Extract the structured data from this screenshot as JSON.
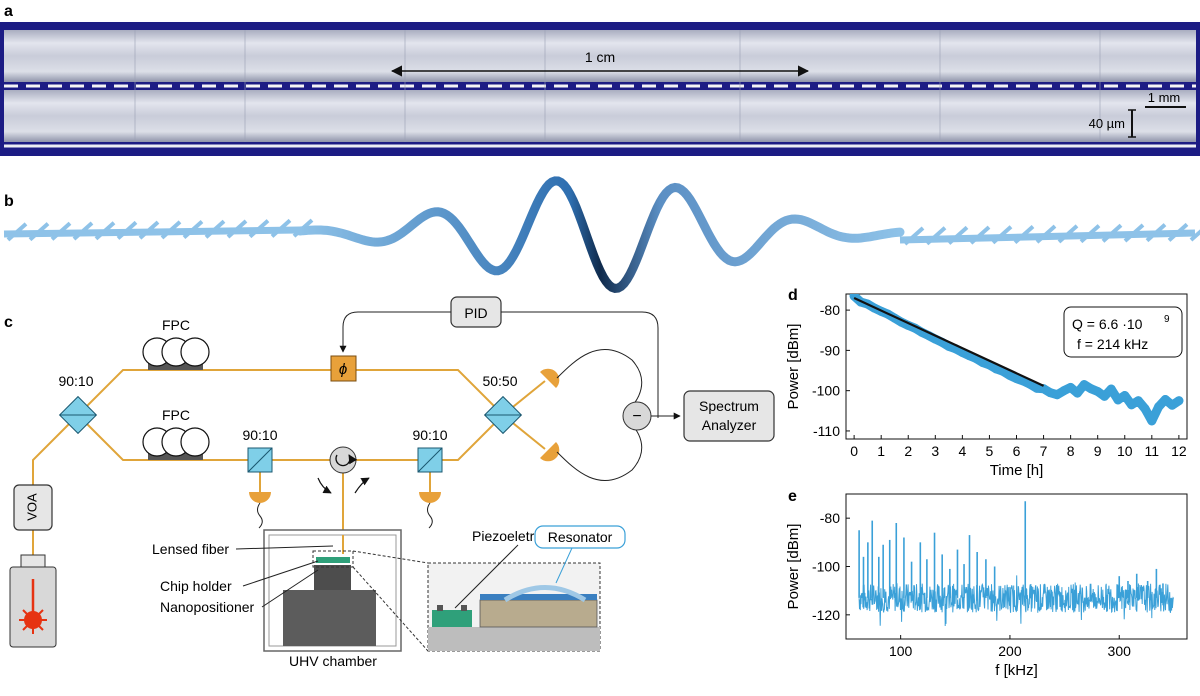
{
  "panels": {
    "a": {
      "letter": "a",
      "length_label": "1 cm",
      "scalebar_h": "1 mm",
      "scalebar_v": "40 µm"
    },
    "b": {
      "letter": "b"
    },
    "c": {
      "letter": "c",
      "labels": {
        "pid": "PID",
        "fpc_top": "FPC",
        "fpc_bottom": "FPC",
        "split_left": "90:10",
        "split_mid": "90:10",
        "split_right_lower": "90:10",
        "split_5050": "50:50",
        "phase": "ϕ",
        "subtract": "−",
        "spectrum_1": "Spectrum",
        "spectrum_2": "Analyzer",
        "voa": "VOA",
        "lensed_fiber": "Lensed fiber",
        "chip_holder": "Chip holder",
        "nanopositioner": "Nanopositioner",
        "uhv": "UHV chamber",
        "piezo": "Piezoeletric actuator",
        "resonator": "Resonator"
      }
    },
    "d": {
      "letter": "d"
    },
    "e": {
      "letter": "e"
    }
  },
  "chart_data": [
    {
      "panel": "d",
      "type": "scatter",
      "title": "",
      "xlabel": "Time [h]",
      "ylabel": "Power [dBm]",
      "xlim": [
        -0.3,
        12.3
      ],
      "ylim": [
        -112,
        -76
      ],
      "xticks": [
        0,
        1,
        2,
        3,
        4,
        5,
        6,
        7,
        8,
        9,
        10,
        11,
        12
      ],
      "yticks": [
        -80,
        -90,
        -100,
        -110
      ],
      "annotation": [
        "Q = 6.6 ·10",
        "9",
        "f = 214 kHz"
      ],
      "series": [
        {
          "kind": "data",
          "color": "#3aa0d8",
          "x": [
            0,
            0.25,
            0.5,
            0.75,
            1,
            1.25,
            1.5,
            1.75,
            2,
            2.25,
            2.5,
            2.75,
            3,
            3.25,
            3.5,
            3.75,
            4,
            4.25,
            4.5,
            4.75,
            5,
            5.25,
            5.5,
            5.75,
            6,
            6.25,
            6.5,
            6.75,
            7,
            7.25,
            7.5,
            7.75,
            8,
            8.25,
            8.5,
            8.75,
            9,
            9.25,
            9.5,
            9.75,
            10,
            10.25,
            10.5,
            10.75,
            11,
            11.25,
            11.5,
            11.75,
            12
          ],
          "y": [
            -76.5,
            -78,
            -78.5,
            -79.5,
            -80.3,
            -81,
            -82,
            -83,
            -83.8,
            -84.5,
            -85.5,
            -86.3,
            -87.2,
            -88,
            -89,
            -89.6,
            -90.5,
            -91.3,
            -92,
            -93,
            -93.6,
            -94.6,
            -95.2,
            -96.2,
            -97,
            -97.6,
            -98.4,
            -99.4,
            -99.5,
            -100.5,
            -101,
            -100,
            -99.2,
            -100.6,
            -98.5,
            -99.5,
            -100.2,
            -101.4,
            -99.6,
            -102.3,
            -101.2,
            -103.5,
            -102.5,
            -104.5,
            -107.5,
            -104,
            -102.2,
            -103.6,
            -102.5
          ]
        },
        {
          "kind": "fit",
          "color": "#111111",
          "x": [
            0,
            7
          ],
          "y": [
            -77,
            -98.8
          ]
        }
      ]
    },
    {
      "panel": "e",
      "type": "line",
      "title": "",
      "xlabel": "f [kHz]",
      "ylabel": "Power [dBm]",
      "xlim": [
        50,
        362
      ],
      "ylim": [
        -130,
        -70
      ],
      "xticks": [
        100,
        200,
        300
      ],
      "yticks": [
        -80,
        -100,
        -120
      ],
      "color": "#3aa0d8",
      "noise_floor": -113,
      "spikes": [
        [
          62,
          -85
        ],
        [
          66,
          -96
        ],
        [
          70,
          -90
        ],
        [
          74,
          -81
        ],
        [
          80,
          -96
        ],
        [
          84,
          -91
        ],
        [
          90,
          -89
        ],
        [
          96,
          -82
        ],
        [
          103,
          -88
        ],
        [
          110,
          -98
        ],
        [
          118,
          -90
        ],
        [
          124,
          -97
        ],
        [
          131,
          -86
        ],
        [
          138,
          -95
        ],
        [
          145,
          -101
        ],
        [
          152,
          -93
        ],
        [
          158,
          -99
        ],
        [
          163,
          -87
        ],
        [
          170,
          -94
        ],
        [
          178,
          -97
        ],
        [
          186,
          -100
        ],
        [
          214,
          -73
        ],
        [
          300,
          -104
        ],
        [
          308,
          -106
        ],
        [
          316,
          -103
        ],
        [
          326,
          -106
        ],
        [
          334,
          -101
        ],
        [
          340,
          -107
        ]
      ]
    }
  ]
}
